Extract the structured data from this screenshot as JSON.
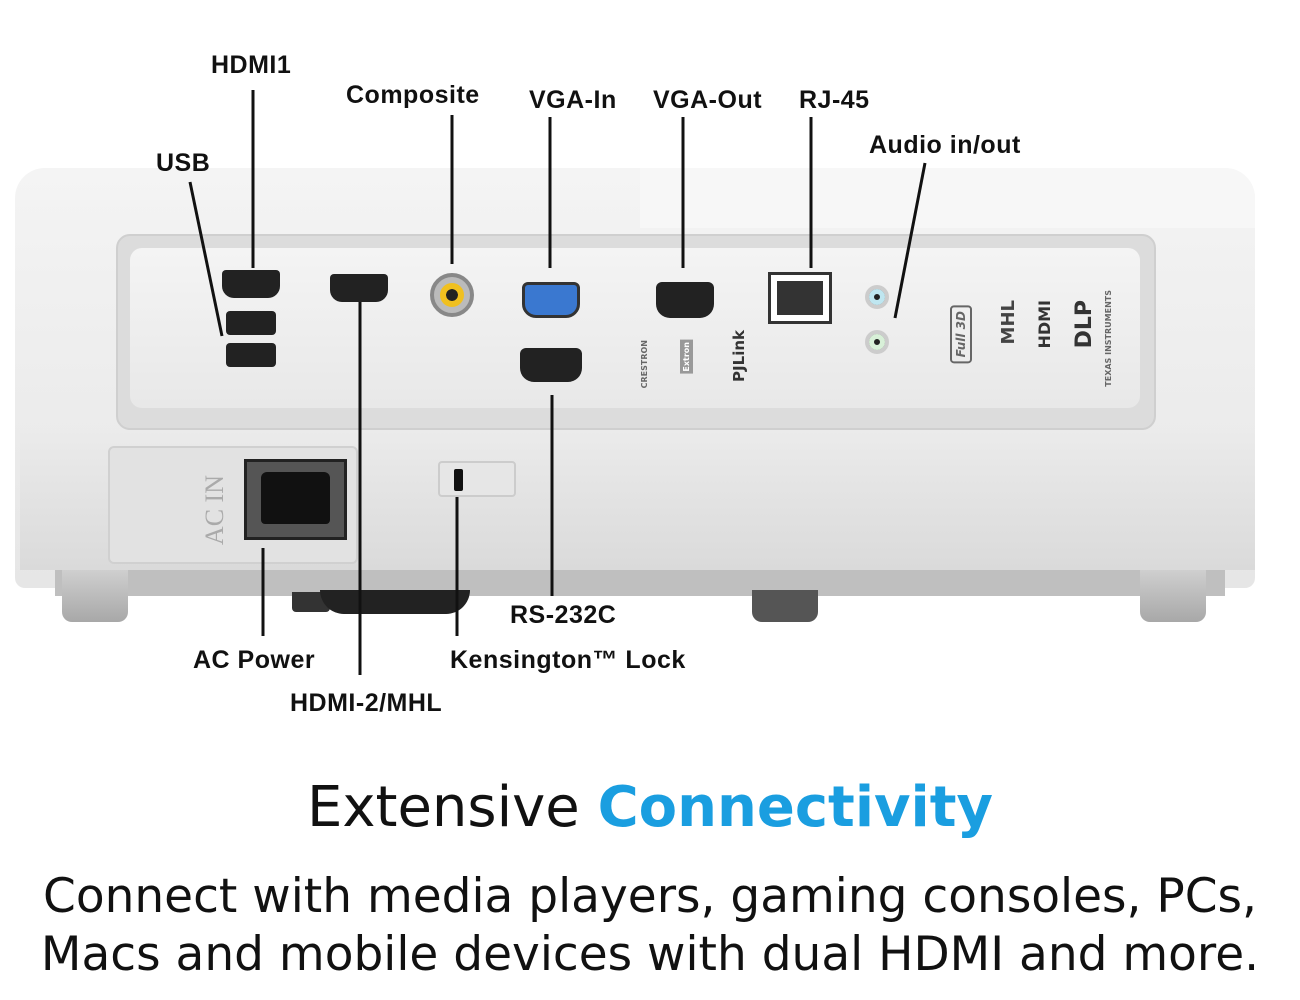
{
  "labels": {
    "hdmi1": "HDMI1",
    "usb": "USB",
    "composite": "Composite",
    "vga_in": "VGA-In",
    "vga_out": "VGA-Out",
    "rj45": "RJ-45",
    "audio": "Audio in/out",
    "rs232c": "RS-232C",
    "ac_power": "AC Power",
    "kensington": "Kensington™ Lock",
    "hdmi2": "HDMI-2/MHL"
  },
  "panel_text": {
    "ac_in": "AC IN",
    "full3d": "Full 3D",
    "mhl": "MHL",
    "hdmi": "HDMI",
    "dlp": "DLP",
    "ti": "TEXAS INSTRUMENTS",
    "pjlink": "PJLink",
    "crestron": "CRESTRON",
    "extron": "Extron"
  },
  "headline": {
    "plain": "Extensive",
    "highlight": "Connectivity"
  },
  "subtitle": [
    "Connect with media players, gaming consoles, PCs,",
    "Macs and mobile devices with dual HDMI and more."
  ],
  "colors": {
    "accent": "#1a9ee0",
    "vga_in": "#3a78d0",
    "composite": "#f0c020"
  }
}
